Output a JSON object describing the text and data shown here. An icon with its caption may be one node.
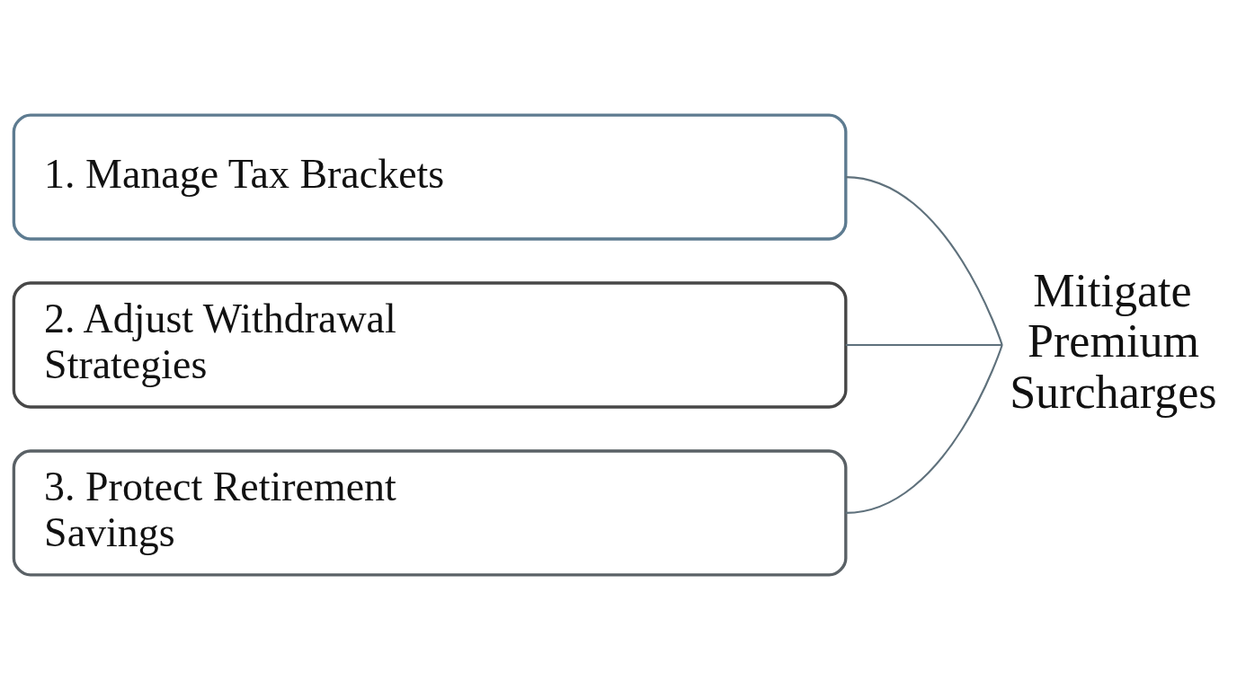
{
  "diagram": {
    "nodes": [
      {
        "text": [
          "1. Manage Tax Brackets"
        ]
      },
      {
        "text": [
          "2. Adjust Withdrawal Strategies"
        ]
      },
      {
        "text": [
          "3. Protect Retirement Savings"
        ]
      },
      {
        "text": [
          "Mitigate Premium Surcharges"
        ]
      }
    ],
    "edges": [
      {
        "from": 0,
        "to": 3,
        "arrow": "none"
      },
      {
        "from": 1,
        "to": 3,
        "arrow": "none"
      },
      {
        "from": 2,
        "to": 3,
        "arrow": "none"
      }
    ]
  }
}
